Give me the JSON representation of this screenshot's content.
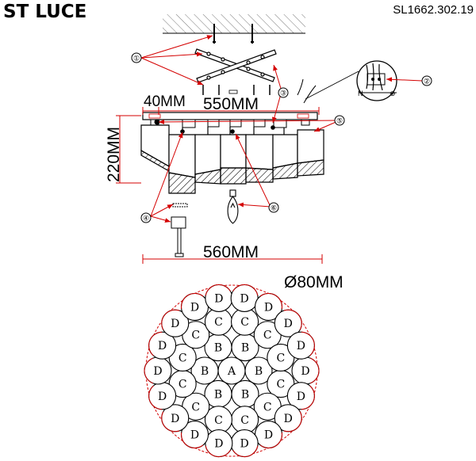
{
  "header": {
    "brand": "ST LUCE",
    "model": "SL1662.302.19"
  },
  "dimensions": {
    "top_width": "550MM",
    "side_offset": "40MM",
    "height": "220MM",
    "bottom_width": "560MM",
    "crystal_diameter": "Ø80MM"
  },
  "callouts": [
    "①",
    "②",
    "③",
    "④",
    "⑤",
    "⑥"
  ],
  "crystal_layout": {
    "center": "A",
    "rings": [
      {
        "type": "B",
        "count": 6
      },
      {
        "type": "C",
        "count": 12
      },
      {
        "type": "D",
        "count": 18
      }
    ]
  },
  "colors": {
    "line": "#000000",
    "leader": "#d40000"
  }
}
